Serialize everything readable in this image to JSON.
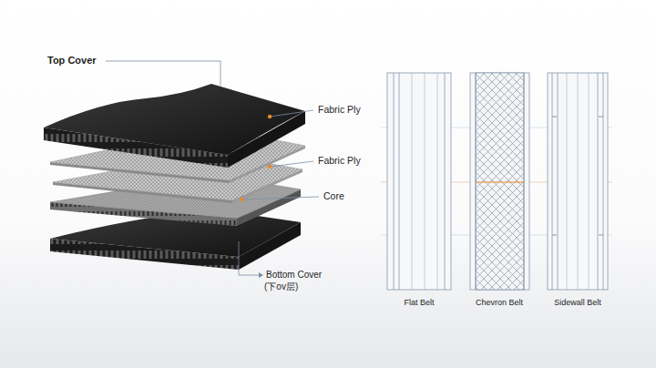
{
  "diagram": {
    "labels": [
      "Top Cover",
      "Fabric Ply",
      "Fabric Ply",
      "Core",
      "Bottom Cover",
      "(下ov层)",
      "Flat Belt",
      "Chevron Belt",
      "Sidewall Belt"
    ]
  }
}
